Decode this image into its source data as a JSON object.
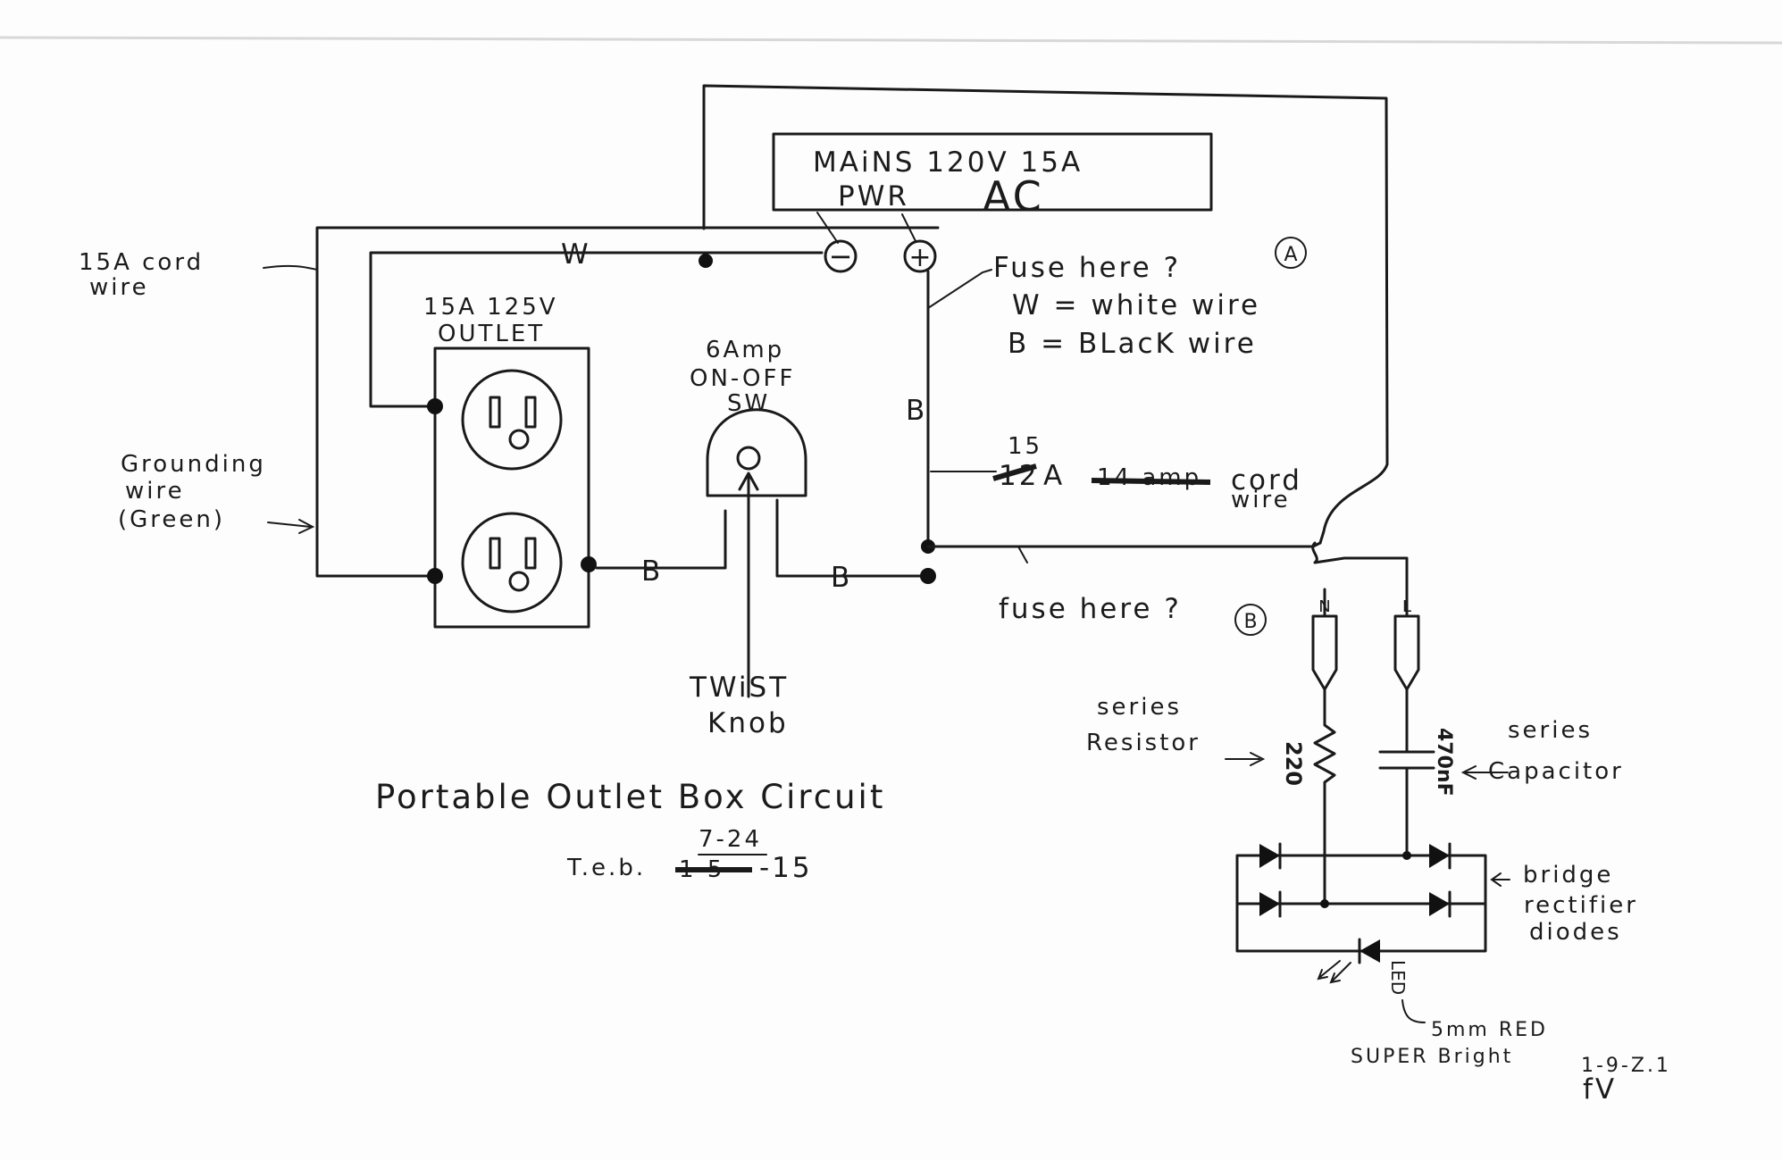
{
  "mains": {
    "line1": "MAiNS 120V 15A",
    "pwr": "PWR",
    "ac": "AC",
    "neg": "−",
    "pos": "+"
  },
  "wire_labels": {
    "w_top": "W",
    "b_right": "B",
    "b_lower_left": "B",
    "b_lower_right": "B"
  },
  "cord_left": {
    "line1": "15A cord",
    "line2": "wire"
  },
  "outlet": {
    "line1": "15A 125V",
    "line2": "OUTLET"
  },
  "switch": {
    "line1": "6Amp",
    "line2": "ON-OFF",
    "line3": "SW"
  },
  "knob": {
    "line1": "TWiST",
    "line2": "Knob"
  },
  "grounding": {
    "line1": "Grounding",
    "line2": "wire",
    "line3": "(Green)"
  },
  "fuse_a": {
    "text": "Fuse here ?",
    "mark": "A"
  },
  "legend": {
    "w": "W = white wire",
    "b": "B = BLacK wire"
  },
  "cord_right": {
    "rating_old": "12",
    "rating_new": "15",
    "unit": "A",
    "struck": "14 amp",
    "line1": "cord",
    "line2": "wire"
  },
  "fuse_b": {
    "text": "fuse here ?",
    "mark": "B"
  },
  "plug": {
    "n": "N",
    "l": "L"
  },
  "resistor": {
    "label1": "series",
    "label2": "Resistor",
    "value": "220"
  },
  "capacitor": {
    "label1": "series",
    "label2": "Capacitor",
    "value": "470nF"
  },
  "bridge": {
    "line1": "bridge",
    "line2": "rectifier",
    "line3": "diodes"
  },
  "led": {
    "tag": "LED",
    "line1": "5mm RED",
    "line2": "SUPER Bright",
    "code": "1-9-Z.1",
    "initials": "fV"
  },
  "title": "Portable Outlet Box Circuit",
  "signature": {
    "initials": "T.e.b.",
    "date_new": "7-24",
    "date_old": "1-5",
    "year": "-15"
  }
}
